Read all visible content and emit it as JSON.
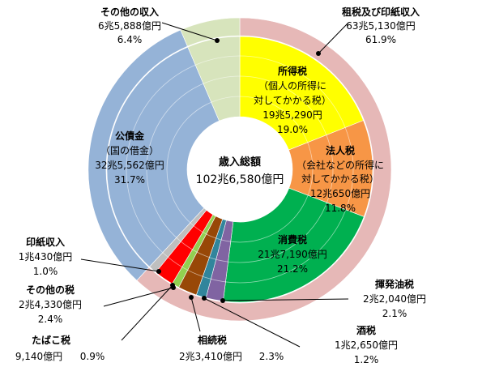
{
  "chart_data": {
    "type": "pie",
    "center": {
      "title": "歳入総額",
      "total": "102兆6,580億円"
    },
    "outer": [
      {
        "name": "租税及び印紙収入",
        "value": 61.9,
        "amount": "63兆5,130億円",
        "percent": "61.9%",
        "color": "#e6b8b7"
      },
      {
        "name": "公債金",
        "value": 31.7,
        "color": "#95b3d7"
      },
      {
        "name": "その他の収入",
        "value": 6.4,
        "color": "#d7e4bc"
      }
    ],
    "inner": [
      {
        "name": "所得税",
        "sub1": "（個人の所得に",
        "sub2": "対してかかる税）",
        "amount": "19兆5,290円",
        "percent": "19.0%",
        "value": 19.0,
        "color": "#ffff00"
      },
      {
        "name": "法人税",
        "sub1": "（会社などの所得に",
        "sub2": "対してかかる税）",
        "amount": "12兆650億円",
        "percent": "11.8%",
        "value": 11.8,
        "color": "#f79646"
      },
      {
        "name": "消費税",
        "amount": "21兆7,190億円",
        "percent": "21.2%",
        "value": 21.2,
        "color": "#00b050"
      },
      {
        "name": "揮発油税",
        "amount": "2兆2,040億円",
        "percent": "2.1%",
        "value": 2.1,
        "color": "#8064a2"
      },
      {
        "name": "酒税",
        "amount": "1兆2,650億円",
        "percent": "1.2%",
        "value": 1.2,
        "color": "#31859c"
      },
      {
        "name": "相続税",
        "amount": "2兆3,410億円",
        "percent": "2.3%",
        "value": 2.3,
        "color": "#984807"
      },
      {
        "name": "たばこ税",
        "amount": "9,140億円",
        "percent": "0.9%",
        "value": 0.9,
        "color": "#92d050"
      },
      {
        "name": "その他の税",
        "amount": "2兆4,330億円",
        "percent": "2.4%",
        "value": 2.4,
        "color": "#ff0000"
      },
      {
        "name": "印紙収入",
        "amount": "1兆430億円",
        "percent": "1.0%",
        "value": 1.0,
        "color": "#bfbfbf"
      },
      {
        "name": "公債金",
        "sub1": "（国の借金）",
        "amount": "32兆5,562億円",
        "percent": "31.7%",
        "value": 31.7,
        "color": "#95b3d7"
      },
      {
        "name": "その他の収入",
        "amount": "6兆5,888億円",
        "percent": "6.4%",
        "value": 6.4,
        "color": "#d7e4bc"
      }
    ]
  }
}
